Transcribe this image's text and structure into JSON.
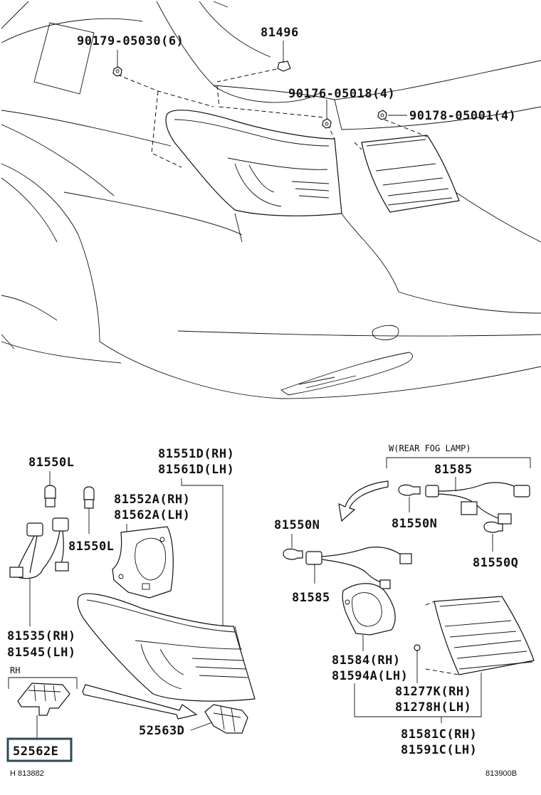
{
  "labels": {
    "p_90179": "90179-05030(6)",
    "p_81496": "81496",
    "p_90176": "90176-05018(4)",
    "p_90178": "90178-05001(4)",
    "p_81550L_top": "81550L",
    "p_81551D": "81551D(RH)",
    "p_81561D": "81561D(LH)",
    "p_81552A": "81552A(RH)",
    "p_81562A": "81562A(LH)",
    "p_81550L_mid": "81550L",
    "p_81535": "81535(RH)",
    "p_81545": "81545(LH)",
    "rh_label": "RH",
    "p_52563D": "52563D",
    "p_52562E": "52562E",
    "footer_left": "H 813882",
    "w_note": "W(REAR FOG LAMP)",
    "p_81585_top": "81585",
    "p_81550N_right": "81550N",
    "p_81550N_left": "81550N",
    "p_81550Q": "81550Q",
    "p_81585_mid": "81585",
    "p_81584": "81584(RH)",
    "p_81594A": "81594A(LH)",
    "p_81277K": "81277K(RH)",
    "p_81278H": "81278H(LH)",
    "p_81581C": "81581C(RH)",
    "p_81591C": "81591C(LH)",
    "footer_right": "813900B"
  },
  "colors": {
    "line": "#111111",
    "highlight_box": "#2e4a5a",
    "background": "#ffffff"
  }
}
